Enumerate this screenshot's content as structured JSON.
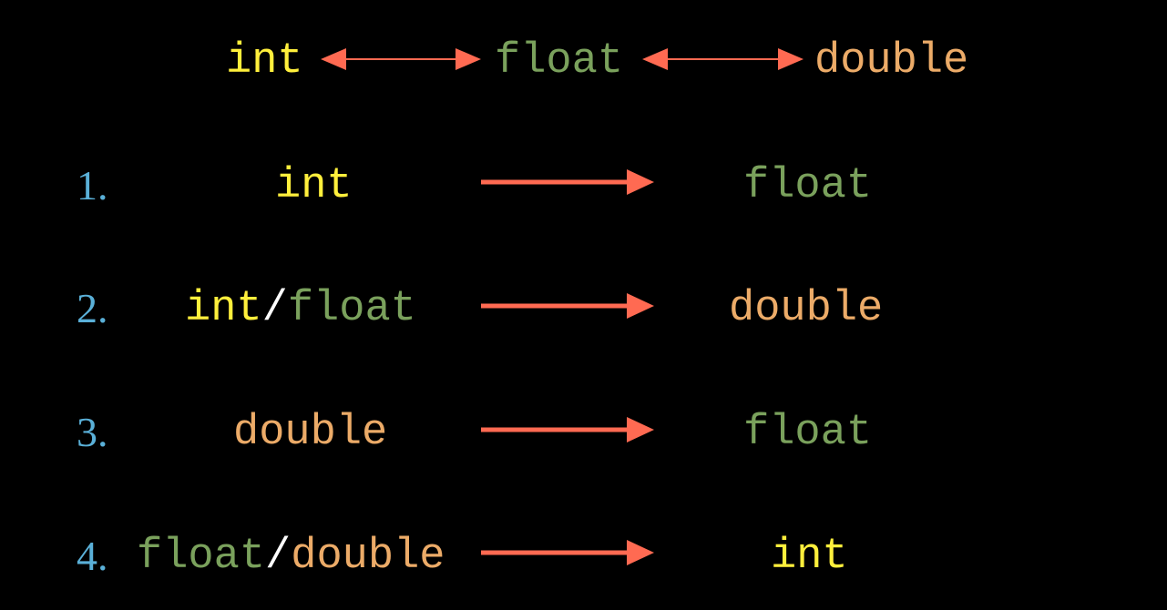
{
  "colors": {
    "int": "#ffef3c",
    "float": "#7aa15c",
    "double": "#ecab68",
    "number": "#5ab0d8",
    "arrow": "#ff6a52",
    "slash": "#ffffff",
    "background": "#000000"
  },
  "header": {
    "int": "int",
    "float": "float",
    "double": "double"
  },
  "rows": [
    {
      "num": "1.",
      "from": [
        "int"
      ],
      "to": "float"
    },
    {
      "num": "2.",
      "from": [
        "int",
        "/",
        "float"
      ],
      "to": "double"
    },
    {
      "num": "3.",
      "from": [
        "double"
      ],
      "to": "float"
    },
    {
      "num": "4.",
      "from": [
        "float",
        "/",
        "double"
      ],
      "to": "int"
    }
  ]
}
